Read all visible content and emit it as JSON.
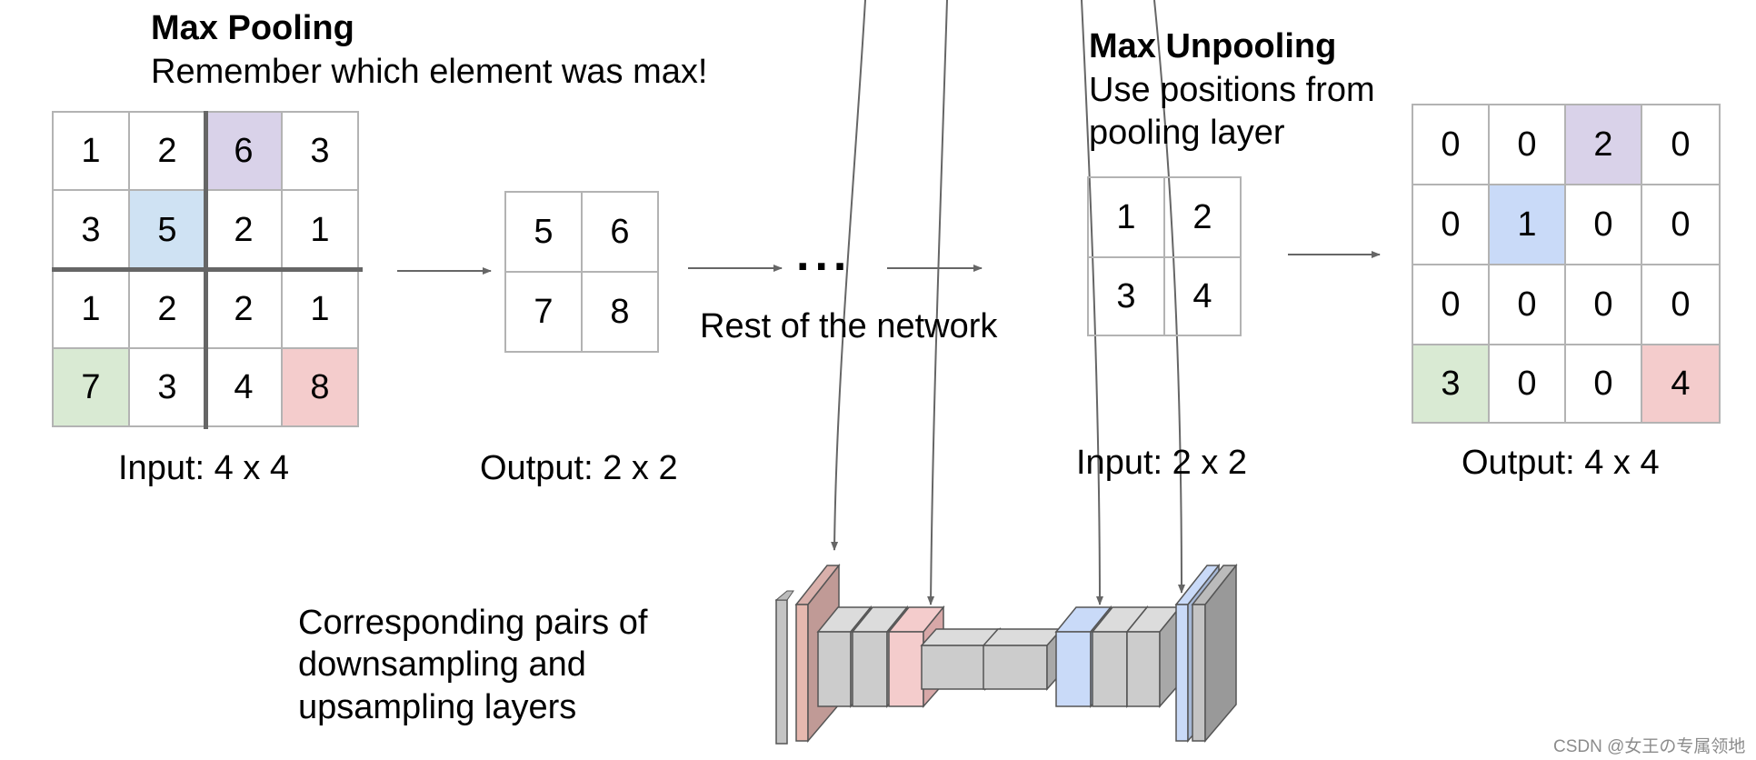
{
  "pooling": {
    "title": "Max Pooling",
    "subtitle": "Remember which element was max!",
    "input_grid": [
      [
        "1",
        "2",
        "6",
        "3"
      ],
      [
        "3",
        "5",
        "2",
        "1"
      ],
      [
        "1",
        "2",
        "2",
        "1"
      ],
      [
        "7",
        "3",
        "4",
        "8"
      ]
    ],
    "input_label": "Input: 4 x 4",
    "output_grid": [
      [
        "5",
        "6"
      ],
      [
        "7",
        "8"
      ]
    ],
    "output_label": "Output: 2 x 2"
  },
  "middle": {
    "ellipsis": "...",
    "rest_label": "Rest of the network"
  },
  "unpooling": {
    "title": "Max Unpooling",
    "subtitle_line1": "Use positions from",
    "subtitle_line2": "pooling layer",
    "input_grid": [
      [
        "1",
        "2"
      ],
      [
        "3",
        "4"
      ]
    ],
    "input_label": "Input: 2 x 2",
    "output_grid": [
      [
        "0",
        "0",
        "2",
        "0"
      ],
      [
        "0",
        "1",
        "0",
        "0"
      ],
      [
        "0",
        "0",
        "0",
        "0"
      ],
      [
        "3",
        "0",
        "0",
        "4"
      ]
    ],
    "output_label": "Output: 4 x 4"
  },
  "bottom": {
    "line1": "Corresponding pairs of",
    "line2": "downsampling and",
    "line3": "upsampling layers"
  },
  "watermark": "CSDN @女王の专属领地",
  "colors": {
    "purple": "#d9d2e9",
    "blue": "#c9daf8",
    "green": "#d9ead3",
    "red": "#f4cccc",
    "gray_block": "#cccccc",
    "pink_block": "#e6b8af",
    "blue_block": "#c9daf8"
  }
}
